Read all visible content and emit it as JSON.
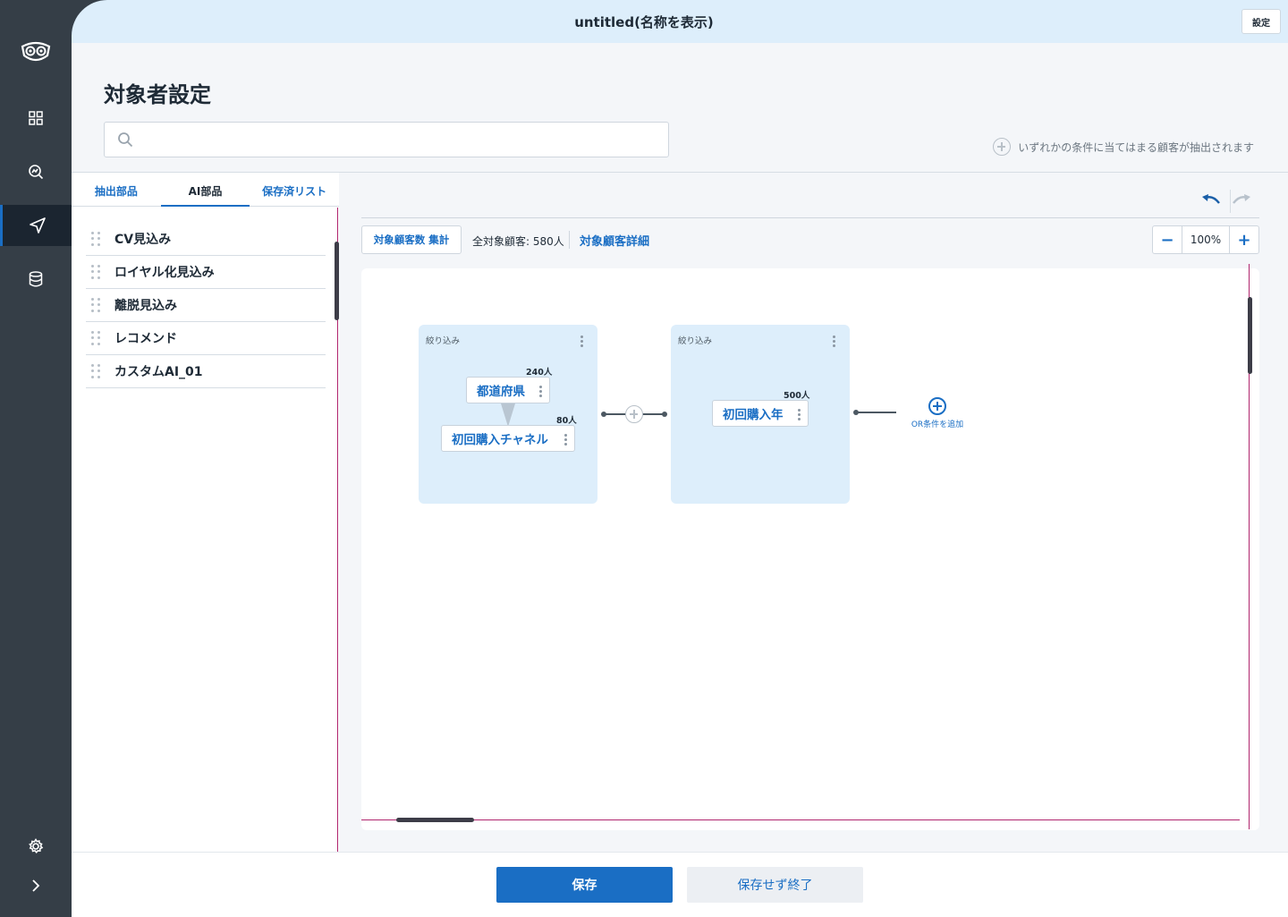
{
  "header": {
    "title": "untitled(名称を表示)",
    "settings_label": "設定"
  },
  "sidebar": {
    "items": [
      {
        "icon": "dashboard-icon"
      },
      {
        "icon": "analysis-icon"
      },
      {
        "icon": "send-icon",
        "active": true
      },
      {
        "icon": "database-icon"
      }
    ],
    "bottom": [
      {
        "icon": "gear-icon"
      },
      {
        "icon": "chevron-right-icon"
      }
    ]
  },
  "page": {
    "title": "対象者設定",
    "search_placeholder": "",
    "hint": "いずれかの条件に当てはまる顧客が抽出されます"
  },
  "panel": {
    "tabs": [
      {
        "label": "抽出部品"
      },
      {
        "label": "AI部品",
        "active": true
      },
      {
        "label": "保存済リスト"
      }
    ],
    "items": [
      {
        "label": "CV見込み"
      },
      {
        "label": "ロイヤル化見込み"
      },
      {
        "label": "離脱見込み"
      },
      {
        "label": "レコメンド"
      },
      {
        "label": "カスタムAI_01"
      }
    ]
  },
  "toolbar": {
    "count_button": "対象顧客数 集計",
    "total": "全対象顧客: 580人",
    "detail_link": "対象顧客詳細",
    "zoom": "100%",
    "zoom_minus": "−",
    "zoom_plus": "+"
  },
  "canvas": {
    "groups": [
      {
        "label": "絞り込み",
        "nodes": [
          {
            "label": "都道府県",
            "count": "240人"
          },
          {
            "label": "初回購入チャネル",
            "count": "80人"
          }
        ]
      },
      {
        "label": "絞り込み",
        "nodes": [
          {
            "label": "初回購入年",
            "count": "500人"
          }
        ]
      }
    ],
    "or_add_label": "OR条件を追加"
  },
  "footer": {
    "save_label": "保存",
    "exit_label": "保存せず終了"
  },
  "colors": {
    "accent": "#1a6ec4",
    "sidebar": "#353e47",
    "header": "#ddeefb",
    "group_bg": "#ddeefb"
  }
}
